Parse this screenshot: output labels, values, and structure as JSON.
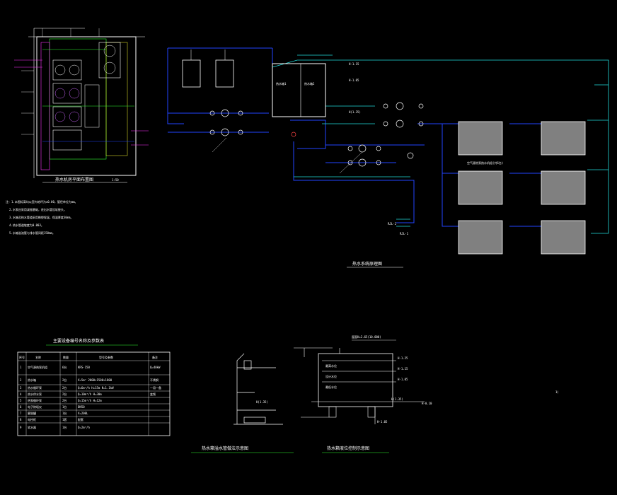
{
  "colors": {
    "background": "#000000",
    "supply_pipe": "#2244ff",
    "return_pipe": "#22dddd",
    "equipment": "#ffffff",
    "annotation": "#ff33ff",
    "accent_green": "#33ff33",
    "accent_yellow": "#ffff33",
    "radiator_fill": "#808080"
  },
  "plan_view": {
    "caption": "热水机房平面布置图",
    "scale": "1:50"
  },
  "system_diagram": {
    "caption": "热水系统原理图",
    "tank_labels": [
      "热水箱1",
      "热水箱2"
    ],
    "levels": [
      "H-1.15",
      "H-1.05",
      "H(1.35)"
    ],
    "return_labels": [
      "RJL-2",
      "RJL-1"
    ],
    "collector_note": "空气源热泵热水机组(共6台)"
  },
  "notes": {
    "items": [
      "注：1.本图标高均以室内地坪为±0.00，管径单位为mm。",
      "2.水泵应采用减振基础，进出水管设软接头。",
      "3.水箱及热水管道采用橡塑保温，保温厚度30mm。",
      "4.热水管道坡度为0.003。",
      "5.水箱溢流管与排水管间距150mm。"
    ]
  },
  "equipment_table": {
    "title": "主要设备编号名称及参数表",
    "headers": [
      "序号",
      "名称",
      "数量",
      "型号及参数",
      "备注"
    ],
    "rows": [
      [
        "1",
        "空气源热泵机组",
        "6台",
        "KRS-150",
        "Q=40kW"
      ],
      [
        "2",
        "热水箱",
        "2台",
        "V=5m³ 2000×1500×1800",
        "不锈钢"
      ],
      [
        "3",
        "热水循环泵",
        "2台",
        "Q=6m³/h H=15m N=1.1kW",
        "一用一备"
      ],
      [
        "4",
        "热水供水泵",
        "2台",
        "Q=10m³/h H=30m",
        "变频"
      ],
      [
        "5",
        "热泵循环泵",
        "2台",
        "Q=15m³/h H=12m",
        ""
      ],
      [
        "6",
        "电子除垢仪",
        "1台",
        "DN50",
        ""
      ],
      [
        "7",
        "膨胀罐",
        "1台",
        "V=200L",
        ""
      ],
      [
        "8",
        "电控柜",
        "1套",
        "配套",
        ""
      ],
      [
        "9",
        "软水器",
        "1台",
        "Q=2m³/h",
        ""
      ]
    ]
  },
  "section_left": {
    "caption": "热水箱溢水管做法示意图",
    "levels": [
      "H(1.35)"
    ]
  },
  "section_right": {
    "caption": "热水箱液位控制示意图",
    "top_label": "屋面H=2.65(10.000)",
    "levels": [
      "H-1.25",
      "H-1.15",
      "H-1.05",
      "H(1.35)",
      "H-0.10",
      "H-1.05"
    ],
    "inner_labels": [
      "最高水位",
      "设计水位",
      "最低水位"
    ]
  },
  "page_mark": "1)"
}
